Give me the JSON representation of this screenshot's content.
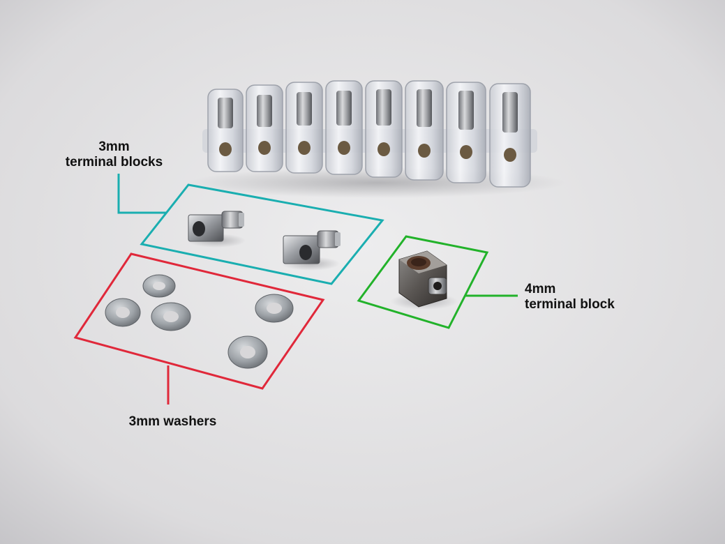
{
  "labels": {
    "blocks_3mm_line1": "3mm",
    "blocks_3mm_line2": "terminal blocks",
    "block_4mm_line1": "4mm",
    "block_4mm_line2": "terminal block",
    "washers_3mm": "3mm washers"
  },
  "colors": {
    "background": "#dedddf",
    "cyan_outline": "#1aaeb0",
    "green_outline": "#22b22a",
    "red_outline": "#e0283a",
    "label_text": "#111111"
  },
  "objects": {
    "terminal_strip_count": 8,
    "small_terminal_block_count": 2,
    "large_terminal_block_count": 1,
    "washer_count": 5
  }
}
